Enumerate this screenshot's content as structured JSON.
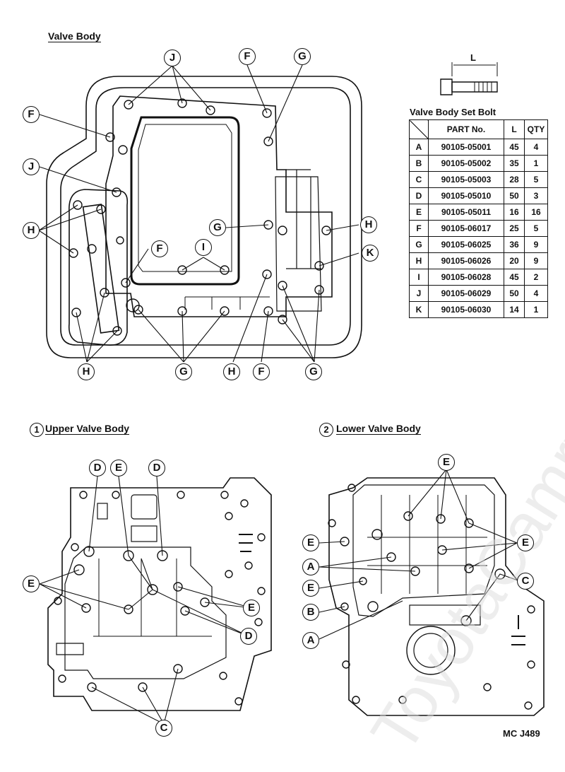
{
  "titles": {
    "valve_body": "Valve Body",
    "upper": "Upper Valve Body",
    "lower": "Lower Valve Body",
    "upper_num": "1",
    "lower_num": "2"
  },
  "bolt_table": {
    "title": "Valve Body Set Bolt",
    "dimension_label": "L",
    "headers": {
      "part": "PART No.",
      "length": "L",
      "qty": "QTY"
    },
    "rows": [
      {
        "code": "A",
        "part": "90105-05001",
        "length": "45",
        "qty": "4"
      },
      {
        "code": "B",
        "part": "90105-05002",
        "length": "35",
        "qty": "1"
      },
      {
        "code": "C",
        "part": "90105-05003",
        "length": "28",
        "qty": "5"
      },
      {
        "code": "D",
        "part": "90105-05010",
        "length": "50",
        "qty": "3"
      },
      {
        "code": "E",
        "part": "90105-05011",
        "length": "16",
        "qty": "16"
      },
      {
        "code": "F",
        "part": "90105-06017",
        "length": "25",
        "qty": "5"
      },
      {
        "code": "G",
        "part": "90105-06025",
        "length": "36",
        "qty": "9"
      },
      {
        "code": "H",
        "part": "90105-06026",
        "length": "20",
        "qty": "9"
      },
      {
        "code": "I",
        "part": "90105-06028",
        "length": "45",
        "qty": "2"
      },
      {
        "code": "J",
        "part": "90105-06029",
        "length": "50",
        "qty": "4"
      },
      {
        "code": "K",
        "part": "90105-06030",
        "length": "14",
        "qty": "1"
      }
    ]
  },
  "callouts": {
    "top": [
      "J",
      "F",
      "G",
      "F",
      "J",
      "H",
      "F",
      "I",
      "G",
      "H",
      "K",
      "H",
      "G",
      "H",
      "F",
      "G"
    ],
    "upper": [
      "D",
      "E",
      "D",
      "E",
      "E",
      "D",
      "C"
    ],
    "lower": [
      "E",
      "E",
      "E",
      "A",
      "E",
      "B",
      "C",
      "A"
    ]
  },
  "figure_code": "MC J489"
}
